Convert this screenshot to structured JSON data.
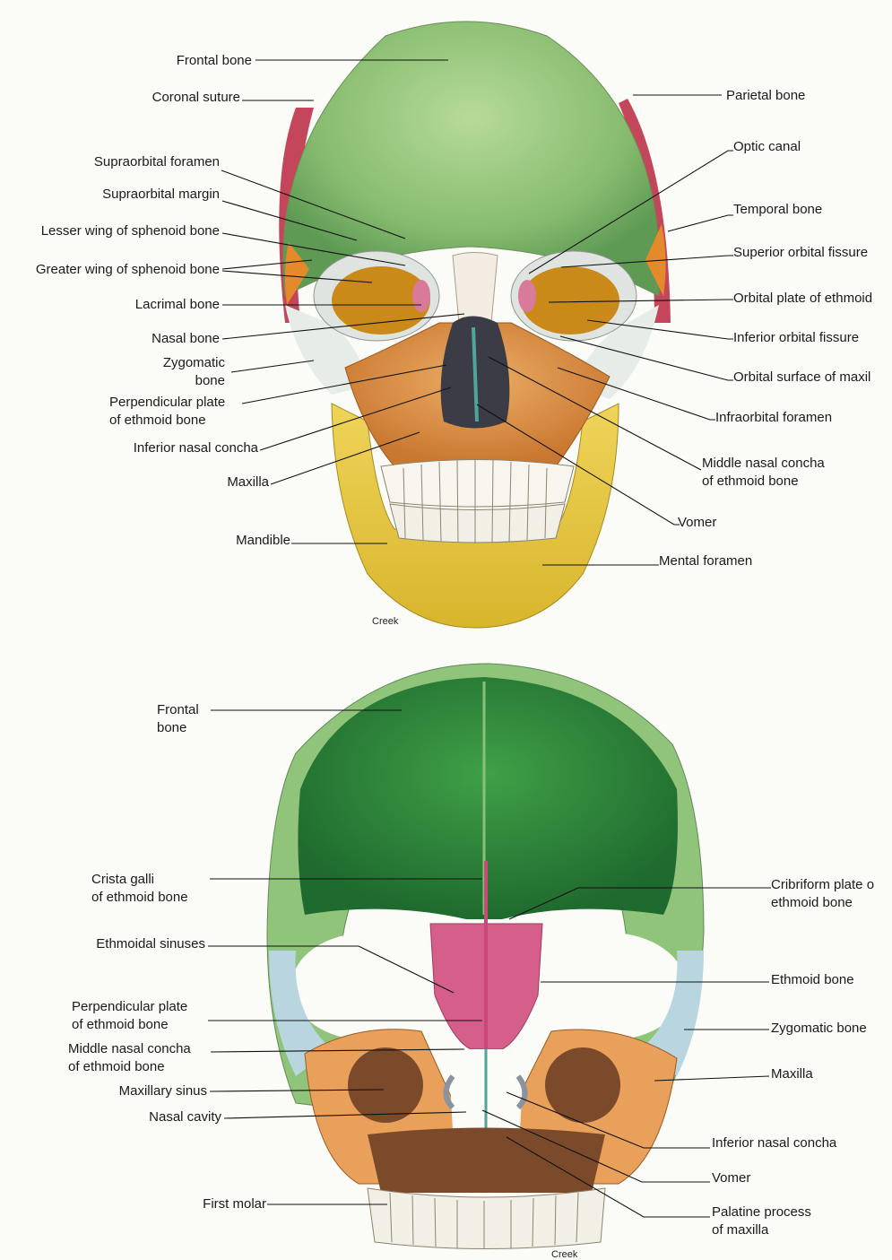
{
  "labels_top": {
    "frontal_bone": "Frontal bone",
    "coronal_suture": "Coronal suture",
    "parietal_bone": "Parietal bone",
    "supraorbital_foramen": "Supraorbital foramen",
    "optic_canal": "Optic canal",
    "supraorbital_margin": "Supraorbital margin",
    "temporal_bone": "Temporal bone",
    "lesser_wing": "Lesser wing of sphenoid bone",
    "superior_orbital_fissure": "Superior orbital fissure",
    "greater_wing": "Greater wing of sphenoid bone",
    "orbital_plate_ethmoid": "Orbital plate of ethmoid",
    "lacrimal_bone": "Lacrimal bone",
    "inferior_orbital_fissure": "Inferior orbital fissure",
    "nasal_bone": "Nasal bone",
    "zygomatic_bone": "Zygomatic\nbone",
    "orbital_surface_maxilla": "Orbital surface of maxil",
    "perpendicular_plate": "Perpendicular plate\nof ethmoid bone",
    "infraorbital_foramen": "Infraorbital foramen",
    "inferior_nasal_concha": "Inferior nasal concha",
    "middle_nasal_concha": "Middle nasal concha\nof ethmoid bone",
    "maxilla": "Maxilla",
    "vomer": "Vomer",
    "mandible": "Mandible",
    "mental_foramen": "Mental foramen",
    "credit": "Creek"
  },
  "labels_bottom": {
    "frontal_bone": "Frontal\nbone",
    "crista_galli": "Crista galli\nof ethmoid bone",
    "cribriform_plate": "Cribriform plate o\nethmoid bone",
    "ethmoidal_sinuses": "Ethmoidal sinuses",
    "ethmoid_bone": "Ethmoid bone",
    "perpendicular_plate": "Perpendicular plate\nof ethmoid bone",
    "zygomatic_bone": "Zygomatic bone",
    "middle_nasal_concha": "Middle nasal concha\nof ethmoid bone",
    "maxilla": "Maxilla",
    "maxillary_sinus": "Maxillary sinus",
    "nasal_cavity": "Nasal cavity",
    "inferior_nasal_concha": "Inferior nasal concha",
    "vomer": "Vomer",
    "first_molar": "First molar",
    "palatine_process": "Palatine process\nof maxilla",
    "credit": "Creek"
  },
  "colors": {
    "frontal": "#8fc47a",
    "parietal": "#c4465a",
    "sphenoid": "#c98a1a",
    "maxilla": "#d98a3e",
    "mandible": "#e3c43a",
    "zygomatic": "#e6ece8",
    "ethmoid": "#d55f8a",
    "zygomatic_section": "#b9d6e0"
  }
}
